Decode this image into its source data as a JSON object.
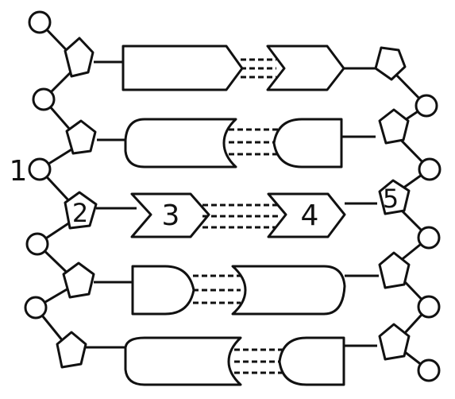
{
  "labels": {
    "phosphate": "1",
    "sugar": "2",
    "base_left": "3",
    "base_right": "4",
    "sugar_right": "5"
  },
  "colors": {
    "stroke": "#111111",
    "fill": "#ffffff"
  }
}
